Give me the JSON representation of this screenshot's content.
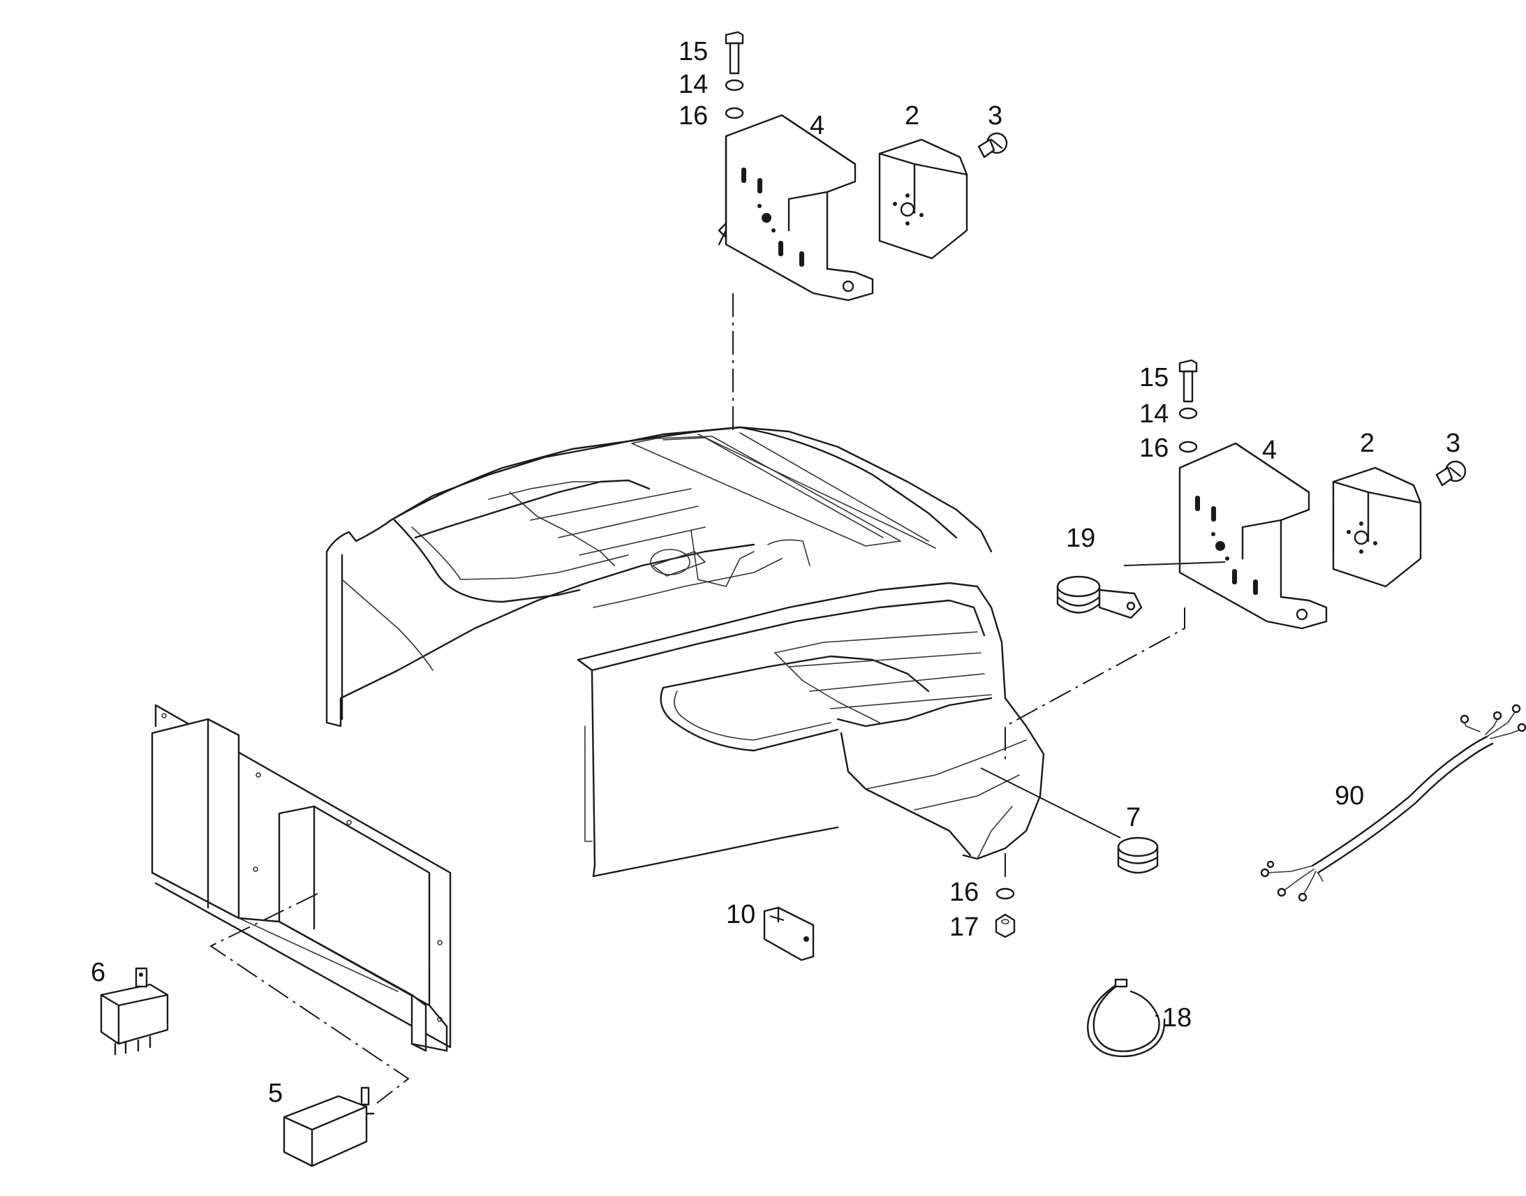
{
  "diagram": {
    "callouts": {
      "c15a": "15",
      "c14a": "14",
      "c16a": "16",
      "c4a": "4",
      "c2a": "2",
      "c3a": "3",
      "c15b": "15",
      "c14b": "14",
      "c16b": "16",
      "c4b": "4",
      "c2b": "2",
      "c3b": "3",
      "c19": "19",
      "c7": "7",
      "c90": "90",
      "c16c": "16",
      "c17": "17",
      "c10": "10",
      "c18": "18",
      "c6": "6",
      "c5": "5"
    },
    "colors": {
      "line": "#1a1a1a",
      "background": "#ffffff"
    }
  }
}
